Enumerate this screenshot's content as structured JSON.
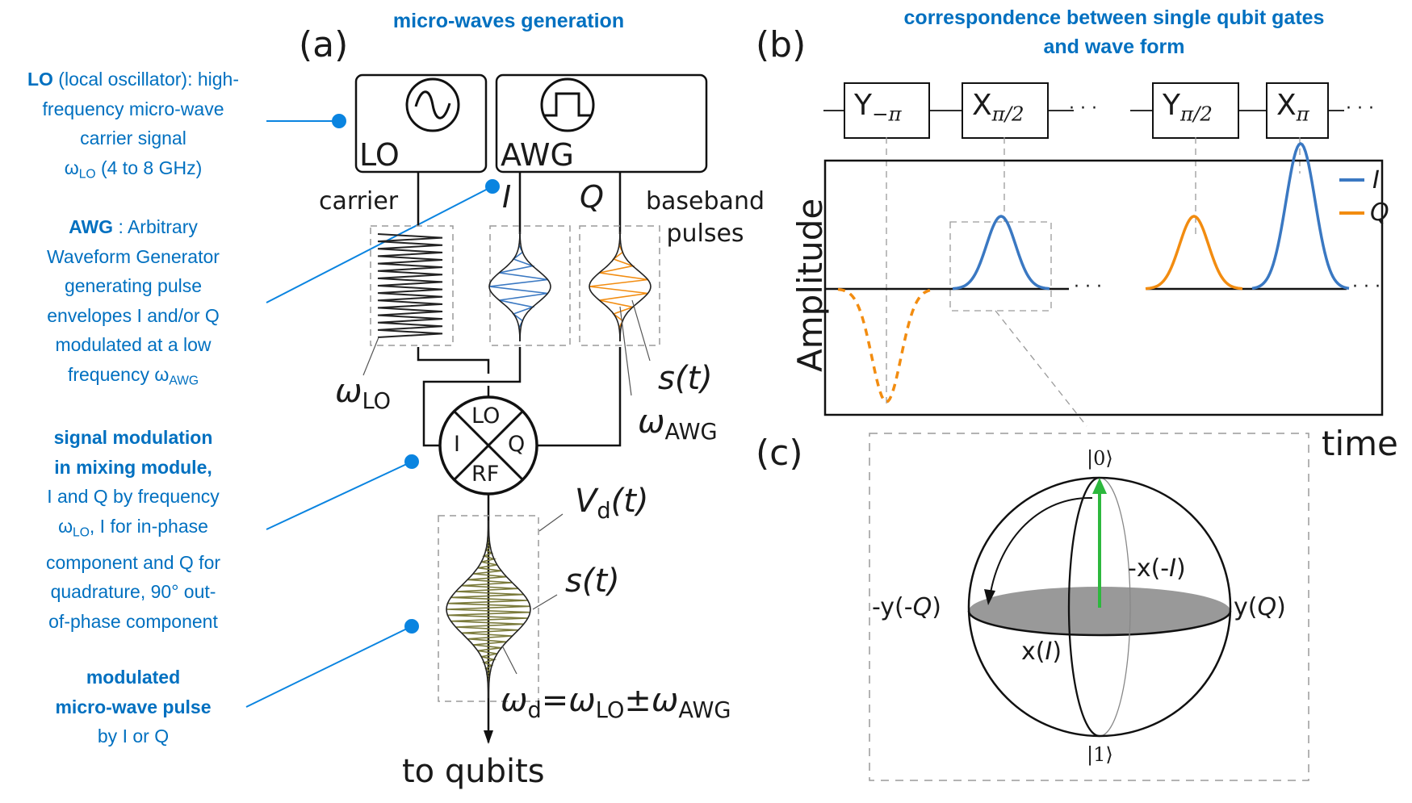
{
  "panel_a": {
    "label": "(a)",
    "title": "micro-waves generation",
    "lo_box_label": "LO",
    "awg_box_label": "AWG",
    "carrier_label": "carrier",
    "i_label": "I",
    "q_label": "Q",
    "baseband_label_1": "baseband",
    "baseband_label_2": "pulses",
    "omega_lo": {
      "symbol": "ω",
      "sub": "LO"
    },
    "s_t_label_1": "s(t)",
    "omega_awg": {
      "symbol": "ω",
      "sub": "AWG"
    },
    "mixer": {
      "top": "LO",
      "left": "I",
      "right": "Q",
      "bottom": "RF"
    },
    "vd_label": {
      "symbol": "V",
      "sub": "d",
      "suffix": "(t)"
    },
    "s_t_label_2": "s(t)",
    "omega_d_eq": {
      "lhs": "ω",
      "lhs_sub": "d",
      "eq": "=",
      "a": "ω",
      "a_sub": "LO",
      "pm": "±",
      "b": "ω",
      "b_sub": "AWG"
    },
    "output_label": "to qubits",
    "colors": {
      "I": "#3a78c2",
      "Q": "#f28c10",
      "RF": "#7a7a3a",
      "annotation": "#0070c0",
      "pointer": "#0a84e0"
    }
  },
  "annotations": [
    {
      "bold": "LO",
      "lines": [
        " (local oscillator): high-",
        "frequency micro-wave",
        "carrier signal"
      ],
      "tail": {
        "symbol": "ω",
        "sub": "LO",
        "text": " (4 to 8 GHz)"
      }
    },
    {
      "bold": "AWG",
      "lines": [
        " : Arbitrary",
        "Waveform Generator",
        "generating pulse",
        "envelopes I and/or Q",
        "modulated at a low"
      ],
      "tail": {
        "text": "frequency ",
        "symbol": "ω",
        "sub": "AWG"
      }
    },
    {
      "bold_lines": [
        "signal modulation",
        "in mixing module,"
      ],
      "lines": [
        "I and Q by frequency"
      ],
      "tail": {
        "symbol": "ω",
        "sub": "LO",
        "text": ", I for in-phase"
      },
      "more_lines": [
        "component and Q for",
        "quadrature, 90° out-",
        "of-phase component"
      ]
    },
    {
      "bold_lines": [
        "modulated",
        "micro-wave pulse"
      ],
      "lines": [
        "by I or Q"
      ]
    }
  ],
  "panel_b": {
    "label": "(b)",
    "title_line_1": "correspondence between single qubit gates",
    "title_line_2": "and wave form",
    "gates": [
      {
        "base": "Y",
        "sub": "−π"
      },
      {
        "base": "X",
        "sub": "π/2"
      },
      {
        "base": "Y",
        "sub": "π/2"
      },
      {
        "base": "X",
        "sub": "π"
      }
    ],
    "ellipsis": "· · ·",
    "ylabel": "Amplitude",
    "xlabel": "time",
    "legend": [
      {
        "name": "I",
        "color": "#3a78c2"
      },
      {
        "name": "Q",
        "color": "#f28c10"
      }
    ]
  },
  "chart_data": {
    "type": "line",
    "title": "correspondence between single qubit gates and wave form",
    "xlabel": "time",
    "ylabel": "Amplitude",
    "legend_position": "top-right",
    "grid": false,
    "series": [
      {
        "name": "Q",
        "gate": "Y_-π",
        "style": "dashed",
        "color": "#f28c10",
        "center": 1.0,
        "amplitude": -1.0
      },
      {
        "name": "I",
        "gate": "X_π/2",
        "style": "solid",
        "color": "#3a78c2",
        "center": 2.0,
        "amplitude": 0.5
      },
      {
        "name": "Q",
        "gate": "Y_π/2",
        "style": "solid",
        "color": "#f28c10",
        "center": 3.0,
        "amplitude": 0.5
      },
      {
        "name": "I",
        "gate": "X_π",
        "style": "solid",
        "color": "#3a78c2",
        "center": 4.0,
        "amplitude": 1.0
      }
    ]
  },
  "panel_c": {
    "label": "(c)",
    "ket0": "|0⟩",
    "ket1": "|1⟩",
    "neg_x": {
      "prefix": "-x(-",
      "it": "I",
      "suffix": ")"
    },
    "pos_x": {
      "prefix": "x(",
      "it": "I",
      "suffix": ")"
    },
    "neg_y": {
      "prefix": "-y(-",
      "it": "Q",
      "suffix": ")"
    },
    "pos_y": {
      "prefix": "y(",
      "it": "Q",
      "suffix": ")"
    },
    "state_vector_color": "#2db83d",
    "equator_color": "#999999"
  }
}
